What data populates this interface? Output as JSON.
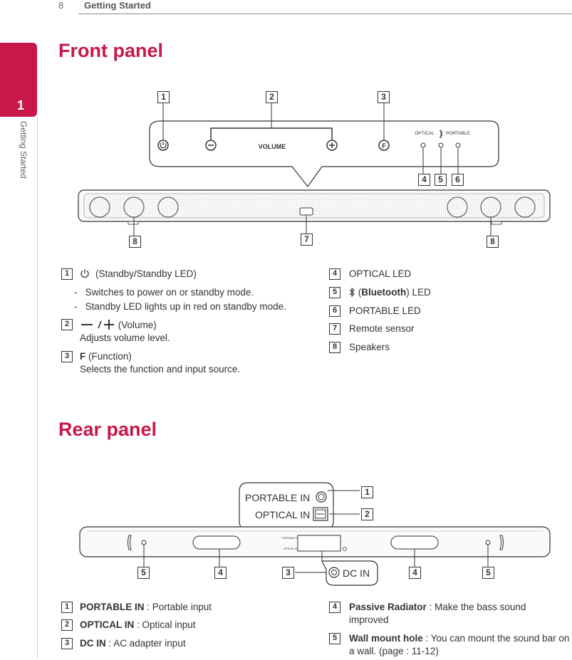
{
  "header": {
    "page_number": "8",
    "title": "Getting Started"
  },
  "side_tab": {
    "number": "1",
    "label": "Getting Started"
  },
  "front": {
    "title": "Front panel",
    "panel": {
      "volume_label": "VOLUME",
      "optical_label": "OPTICAL",
      "portable_label": "PORTABLE"
    },
    "items": [
      {
        "n": "1",
        "label": "(Standby/Standby LED)",
        "notes": [
          "Switches to power on or standby mode.",
          "Standby LED lights up in red on standby mode."
        ]
      },
      {
        "n": "2",
        "label": "(Volume)",
        "sub": "Adjusts volume level."
      },
      {
        "n": "3",
        "bold": "F",
        "label": "(Function)",
        "sub": "Selects the function and input source."
      },
      {
        "n": "4",
        "label": "OPTICAL LED"
      },
      {
        "n": "5",
        "pre": "(",
        "bold": "Bluetooth",
        "label": ") LED"
      },
      {
        "n": "6",
        "label": "PORTABLE LED"
      },
      {
        "n": "7",
        "label": "Remote sensor"
      },
      {
        "n": "8",
        "label": "Speakers"
      }
    ]
  },
  "rear": {
    "title": "Rear panel",
    "callouts": {
      "portable_in": "PORTABLE IN",
      "optical_in": "OPTICAL IN",
      "dc_in": "DC IN"
    },
    "items": [
      {
        "n": "1",
        "bold": "PORTABLE IN",
        "label": " : Portable input"
      },
      {
        "n": "2",
        "bold": "OPTICAL IN",
        "label": " : Optical input"
      },
      {
        "n": "3",
        "bold": "DC IN",
        "label": " : AC adapter input"
      },
      {
        "n": "4",
        "bold": "Passive Radiator",
        "label": " : Make the bass sound improved"
      },
      {
        "n": "5",
        "bold": "Wall mount hole",
        "label": " : You can mount the sound bar on a wall. (page : 11-12)"
      }
    ]
  },
  "colors": {
    "accent": "#c8184a",
    "ink": "#333333"
  }
}
